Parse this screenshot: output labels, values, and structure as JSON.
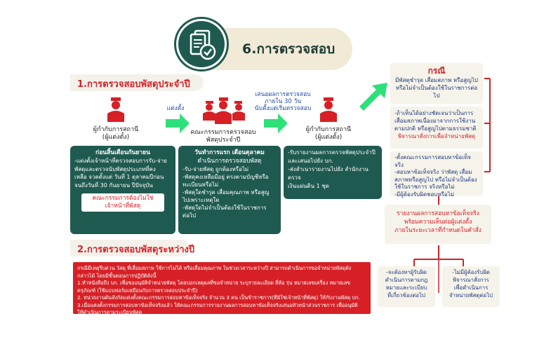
{
  "header": {
    "title": "6.การตรวจสอบ"
  },
  "section1": {
    "title": "1.การตรวจสอบพัสดุประจำปี"
  },
  "section2": {
    "title": "2.การตรวจสอบพัสดุระหว่างปี"
  },
  "flow": {
    "person1_label": "ผู้กำกับการสถานี\n(ผู้แต่งตั้ง)",
    "arrow1_label": "แต่งตั้ง",
    "committee_label": "คณะกรรมการตรวจสอบ\nพัสดุประจำปี",
    "arrow2_label": "เสนอผลการตรวจสอบ\nภายใน 30 วัน\nนับตั้งแต่เริ่มตรวจสอบ",
    "person2_label": "ผู้กำกับการสถานี\n(ผู้แต่งตั้ง)"
  },
  "box1": {
    "header": "ก่อนสิ้นเดือนกันยายน",
    "body": "-แต่งตั้งเจ้าหน้าที่ตรวจสอบการรับ-จ่าย\nพัสดุและตรวจนับพัสดุประเภทที่คง\nเหลือ จวดตั้งแต่ วันที่ 1 ตุลาคมปีก่อน\nจนถึงวันที่ 30 กันยายน ปีปัจจุบัน",
    "note": "คณะกรรมการต้องไม่ใช่\nเจ้าหน้าที่พัสดุ"
  },
  "box2": {
    "header": "วันทำการแรก เดือนตุลาคม",
    "subheader": "ดำเนินการตรวจสอบพัสดุ",
    "body": "-รับ-จ่ายพัสดุ ถูกต้องหรือไม่\n-พัสดุคงเหลือมีอยู่ ตรงตามบัญชีหรือ\nทะเบียนหรือไม่\n-พัสดุใดชำรุด เสื่อมคุณภาพ หรือสูญ\nไปเพราะเหตุใด\n-พัสดุใดไม่จำเป็นต้องใช้ในราชการ\nต่อไป"
  },
  "box3": {
    "body": "-รับรายงานผลการตรวจพัสดุประจำปี\nและเสนอไปยัง บก.\n-ส่งสำเนารายงานไปยัง สำนักงานตรวจ\nเงินแผ่นดิน 1 ชุด"
  },
  "side": {
    "case_title": "กรณี",
    "case_body": "มีพัสดุชำรุด เสื่อมสภาพ หรือสูญไป\nหรือไม่จำเป็นต้องใช้ในราชการต่อไป",
    "box2_body": "-ถ้าเห็นได้อย่างชัดเจนว่าเป็นการ\nเสื่อมสภาพเนื่องมาจากการใช้งาน\nตามปกติ หรือสูญไปตามธรรมชาติ",
    "box2_red": "พิจารณาสั่งการเพื่อจำหน่ายพัสดุ",
    "box3_body": "-ตั้งคณะกรรมการสอบหาข้อเท็จจริง\n-สอบหาข้อเท็จจริง ว่าพัสดุ เสื่อม\nสภาพหรือสูญไป หรือไม่จำเป็นต้อง\nใช้ในราชการ จริงหรือไม่\n-มีผู้ต้องรับผิดชอบหรือไม่",
    "box4_body": "รายงานผลการสอบหาข้อเท็จจริง\nพร้อมความเห็นต่อผู้แต่งตั้ง\nภายในระยะเวลาที่กำหนดในคำสั่ง",
    "left_result": "-จะต้องหาผู้รับผิด\nดำเนินการตามกฎ\nหมายและระเบียบ\nที่เกี่ยวข้องต่อไป",
    "right_result": "-ไม่มีผู้ต้องรับผิด\nพิจารณาสั่งการ\nเพื่อดำเนินการ\nจำหน่ายพัสดุต่อไป"
  },
  "banner": {
    "text": "กรณีมีเหตุรีบด่วน วัสดุ ที่เสื่อมสภาพ ใช้การไม่ได้ หรือเสื่อมคุณภาพ ในช่วงเวลาระหว่างปี สามารถดำเนินการขอจำหน่ายพัสดุดัง\nกล่าวได้ โดยมีขั้นตอนการปฏิบัติดังนี้\n1.ทำหนังสือถึง บก. เพื่อขออนุมัติจำหน่ายพัสดุ โดยบอกเหตุผลที่ขอจำหน่าย ระบุรายละเอียด ยี่ห้อ รุ่น หมายเลขเครื่อง หมายเลข\nครุภัณฑ์ (ใช้แบบฟอร์มเหมือนกับการตรวจสอบประจำปี)\n2. หน่วยงานต้นสังกัดแต่งตั้งคณะกรรมการสอบหาข้อเท็จจริง จำนวน 3 คน เป็นข้าราชการ(ที่มิใช่เจ้าหน้าที่พัสดุ) ให้กับงานพัสดุ บก.\n3.เมื่อแต่งตั้งกรรมการสอบหาข้อเท็จจริงแล้ว ให้คณะกรรมการรายงานผลการสอบหาข้อเท็จจริงเสนอหัวหน้าส่วนราชการ เพื่ออนุมัติ\nให้ดำเนินการตามระเบียบพัสดุ"
  },
  "colors": {
    "dark_green": "#1f5a50",
    "red": "#d62026",
    "arrow_green": "#2ee07a",
    "cream": "#f3f1ea"
  }
}
